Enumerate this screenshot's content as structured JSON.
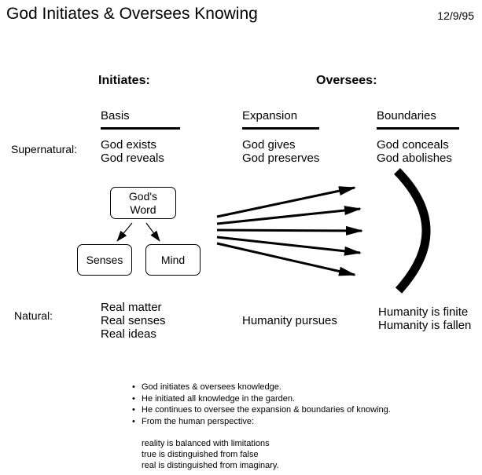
{
  "title": "God Initiates & Oversees Knowing",
  "date": "12/9/95",
  "sections": {
    "initiates": "Initiates:",
    "oversees": "Oversees:"
  },
  "columns": {
    "basis": "Basis",
    "expansion": "Expansion",
    "boundaries": "Boundaries"
  },
  "rows": {
    "supernatural": "Supernatural:",
    "natural": "Natural:"
  },
  "supernatural": {
    "basis": [
      "God exists",
      "God reveals"
    ],
    "expansion": [
      "God gives",
      "God preserves"
    ],
    "boundaries": [
      "God conceals",
      "God abolishes"
    ]
  },
  "natural": {
    "basis": [
      "Real matter",
      "Real senses",
      "Real ideas"
    ],
    "expansion": [
      "Humanity pursues"
    ],
    "boundaries": [
      "Humanity is finite",
      "Humanity is fallen"
    ]
  },
  "boxes": {
    "gods_word": [
      "God's",
      "Word"
    ],
    "senses": "Senses",
    "mind": "Mind"
  },
  "notes": {
    "bullets": [
      "God initiates & oversees knowledge.",
      "He initiated all knowledge in the garden.",
      "He continues to oversee the expansion & boundaries of knowing.",
      "From the human perspective:"
    ],
    "perspective": [
      "reality is balanced with limitations",
      "true is distinguished from false",
      "real is distinguished from imaginary."
    ]
  }
}
